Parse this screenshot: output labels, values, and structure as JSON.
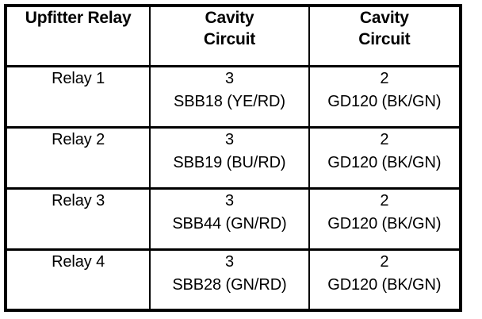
{
  "document": {
    "kind": "wiring-reference-table",
    "background_color": "#ffffff",
    "border_color": "#000000"
  },
  "table": {
    "columns": [
      {
        "key": "upfitter_relay",
        "header_lines": [
          "Upfitter Relay"
        ]
      },
      {
        "key": "cavity_circuit_a",
        "header_lines": [
          "Cavity",
          "Circuit"
        ]
      },
      {
        "key": "cavity_circuit_b",
        "header_lines": [
          "Cavity",
          "Circuit"
        ]
      }
    ],
    "rows": [
      {
        "relay": "Relay 1",
        "col_a": {
          "cavity": "3",
          "circuit": "SBB18 (YE/RD)"
        },
        "col_b": {
          "cavity": "2",
          "circuit": "GD120 (BK/GN)"
        }
      },
      {
        "relay": "Relay 2",
        "col_a": {
          "cavity": "3",
          "circuit": "SBB19 (BU/RD)"
        },
        "col_b": {
          "cavity": "2",
          "circuit": "GD120 (BK/GN)"
        }
      },
      {
        "relay": "Relay 3",
        "col_a": {
          "cavity": "3",
          "circuit": "SBB44 (GN/RD)"
        },
        "col_b": {
          "cavity": "2",
          "circuit": "GD120 (BK/GN)"
        }
      },
      {
        "relay": "Relay 4",
        "col_a": {
          "cavity": "3",
          "circuit": "SBB28 (GN/RD)"
        },
        "col_b": {
          "cavity": "2",
          "circuit": "GD120 (BK/GN)"
        }
      }
    ]
  }
}
